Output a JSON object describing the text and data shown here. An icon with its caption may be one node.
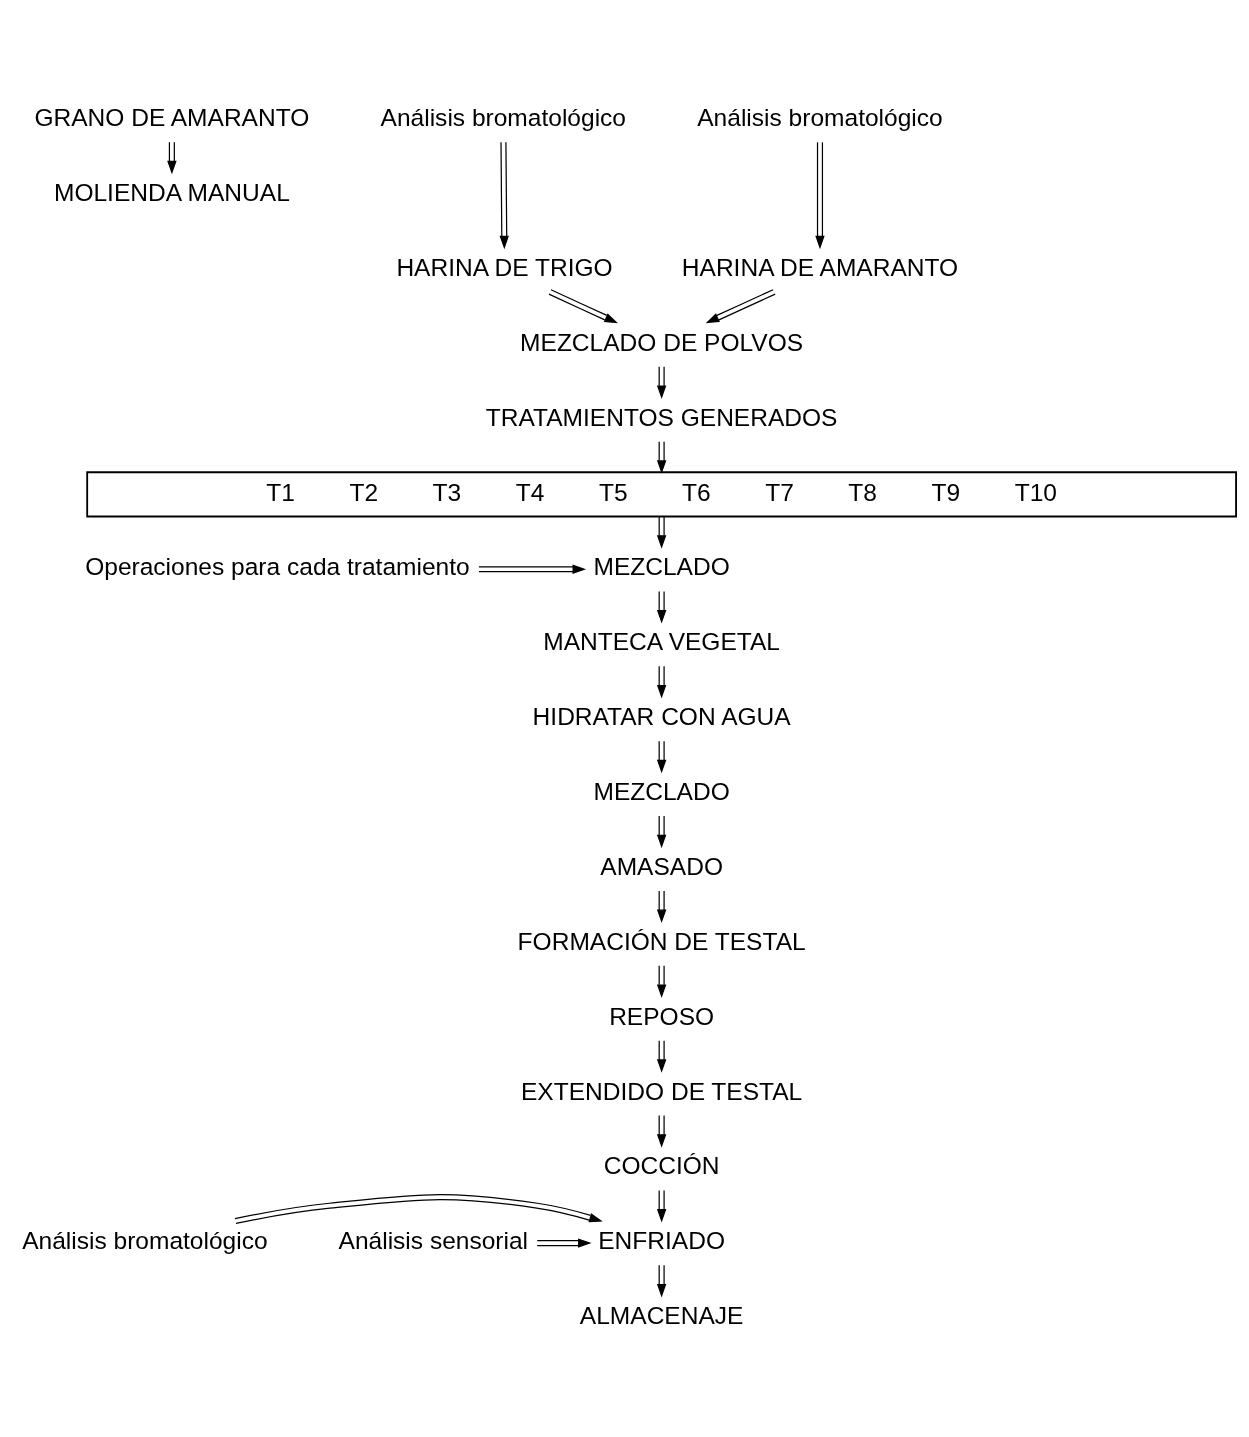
{
  "diagram": {
    "nodes": [
      {
        "text": [
          "GRANO DE AMARANTO"
        ]
      },
      {
        "text": [
          "MOLIENDA MANUAL"
        ]
      },
      {
        "text": [
          "Análisis bromatológico"
        ]
      },
      {
        "text": [
          "Análisis bromatológico"
        ]
      },
      {
        "text": [
          "HARINA DE TRIGO"
        ]
      },
      {
        "text": [
          "HARINA DE AMARANTO"
        ]
      },
      {
        "text": [
          "MEZCLADO DE POLVOS"
        ]
      },
      {
        "text": [
          "TRATAMIENTOS GENERADOS"
        ]
      },
      {
        "text": [
          "T1",
          "T2",
          "T3",
          "T4",
          "T5",
          "T6",
          "T7",
          "T8",
          "T9",
          "T10"
        ]
      },
      {
        "text": [
          "Operaciones para cada tratamiento"
        ]
      },
      {
        "text": [
          "MEZCLADO"
        ]
      },
      {
        "text": [
          "MANTECA VEGETAL"
        ]
      },
      {
        "text": [
          "HIDRATAR CON AGUA"
        ]
      },
      {
        "text": [
          "MEZCLADO"
        ]
      },
      {
        "text": [
          "AMASADO"
        ]
      },
      {
        "text": [
          "FORMACIÓN DE TESTAL"
        ]
      },
      {
        "text": [
          "REPOSO"
        ]
      },
      {
        "text": [
          "EXTENDIDO DE TESTAL"
        ]
      },
      {
        "text": [
          "COCCIÓN"
        ]
      },
      {
        "text": [
          "Análisis bromatológico"
        ]
      },
      {
        "text": [
          "Análisis sensorial"
        ]
      },
      {
        "text": [
          "ENFRIADO"
        ]
      },
      {
        "text": [
          "ALMACENAJE"
        ]
      }
    ],
    "edges": [
      {
        "from": 0,
        "to": 1,
        "arrow": "to"
      },
      {
        "from": 2,
        "to": 4,
        "arrow": "to"
      },
      {
        "from": 3,
        "to": 5,
        "arrow": "to"
      },
      {
        "from": 4,
        "to": 6,
        "arrow": "to"
      },
      {
        "from": 5,
        "to": 6,
        "arrow": "to"
      },
      {
        "from": 6,
        "to": 7,
        "arrow": "to"
      },
      {
        "from": 7,
        "to": 8,
        "arrow": "to"
      },
      {
        "from": 8,
        "to": 10,
        "arrow": "to"
      },
      {
        "from": 9,
        "to": 10,
        "arrow": "to"
      },
      {
        "from": 10,
        "to": 11,
        "arrow": "to"
      },
      {
        "from": 11,
        "to": 12,
        "arrow": "to"
      },
      {
        "from": 12,
        "to": 13,
        "arrow": "to"
      },
      {
        "from": 13,
        "to": 14,
        "arrow": "to"
      },
      {
        "from": 14,
        "to": 15,
        "arrow": "to"
      },
      {
        "from": 15,
        "to": 16,
        "arrow": "to"
      },
      {
        "from": 16,
        "to": 17,
        "arrow": "to"
      },
      {
        "from": 17,
        "to": 18,
        "arrow": "to"
      },
      {
        "from": 18,
        "to": 21,
        "arrow": "to"
      },
      {
        "from": 19,
        "to": 21,
        "arrow": "to"
      },
      {
        "from": 20,
        "to": 21,
        "arrow": "to"
      },
      {
        "from": 21,
        "to": 22,
        "arrow": "to"
      }
    ]
  }
}
